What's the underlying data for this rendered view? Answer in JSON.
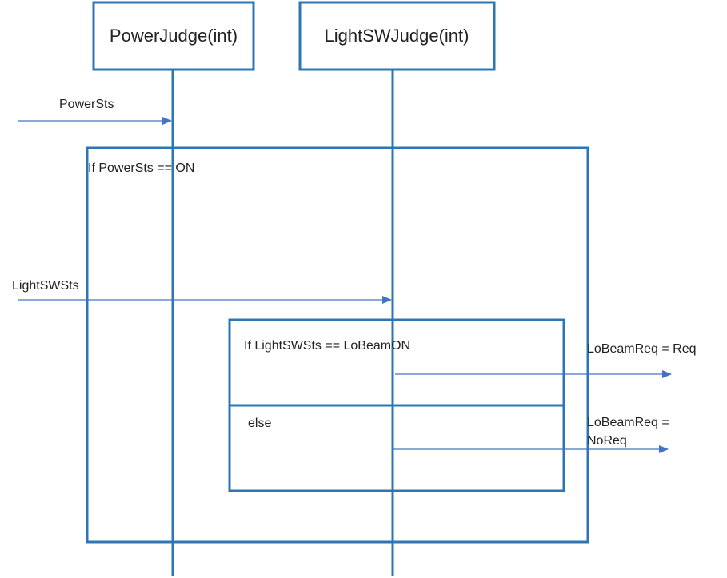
{
  "colors": {
    "frame": "#2e75b6",
    "arrow": "#4472c4",
    "text": "#222222"
  },
  "lifelines": [
    {
      "label": "PowerJudge(int)"
    },
    {
      "label": "LightSWJudge(int)"
    }
  ],
  "messages": {
    "power_sts": "PowerSts",
    "light_sw_sts": "LightSWSts",
    "lo_beam_req": "LoBeamReq = Req",
    "lo_beam_noreq_line1": "LoBeamReq =",
    "lo_beam_noreq_line2": "NoReq"
  },
  "conditions": {
    "outer_if": "If  PowerSts == ON",
    "inner_if": "If  LightSWSts == LoBeamON",
    "inner_else": "else"
  }
}
